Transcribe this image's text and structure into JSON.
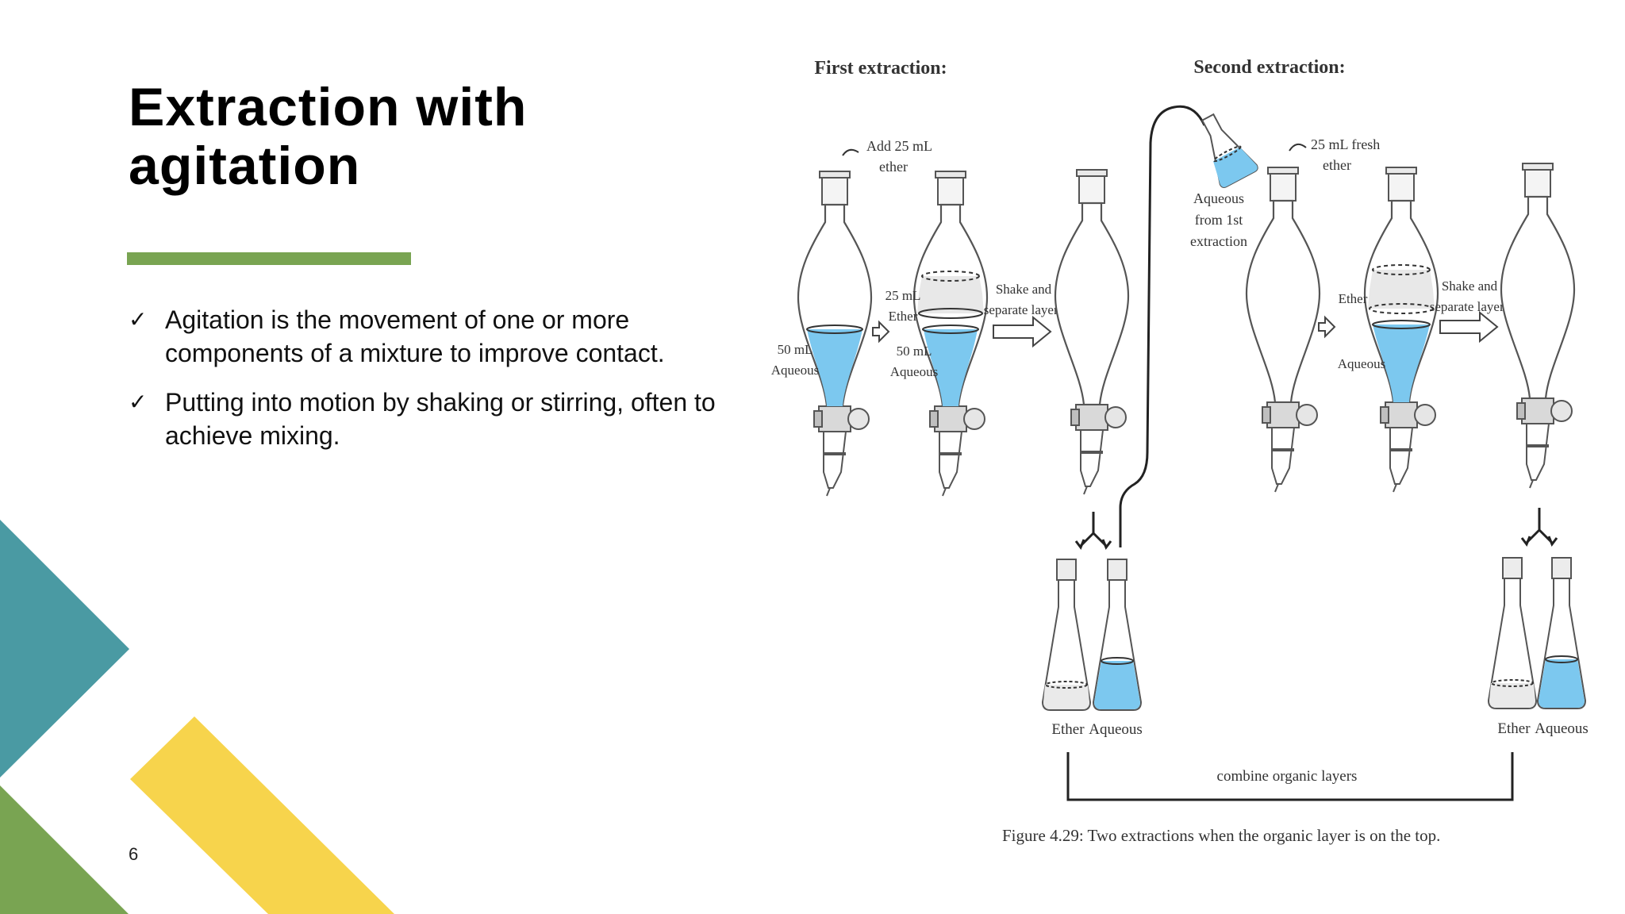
{
  "slide": {
    "title": "Extraction with agitation",
    "bullets": [
      "Agitation is the movement of one or more components of a mixture to improve contact.",
      "Putting into motion by shaking or stirring, often to achieve mixing."
    ],
    "check_glyph": "✓",
    "page_number": "6"
  },
  "colors": {
    "accent_green": "#79a452",
    "teal": "#4a9aa3",
    "yellow": "#f7d44c",
    "liquid_blue": "#7cc8ef"
  },
  "figure": {
    "first_extraction": "First extraction:",
    "second_extraction": "Second extraction:",
    "add_ether_line1": "Add 25 mL",
    "add_ether_line2": "ether",
    "label_50_line1": "50 mL",
    "label_50_line2": "Aqueous",
    "label_25_line1": "25 mL",
    "label_25_line2": "Ether",
    "label_50b_line1": "50 mL",
    "label_50b_line2": "Aqueous",
    "shake_line1": "Shake and",
    "shake_line2": "separate layers",
    "aqueous_from_line1": "Aqueous",
    "aqueous_from_line2": "from 1st",
    "aqueous_from_line3": "extraction",
    "fresh_line1": "25 mL fresh",
    "fresh_line2": "ether",
    "ether_label": "Ether",
    "aqueous_label": "Aqueous",
    "shake2_line1": "Shake and",
    "shake2_line2": "separate layers",
    "flask_ether_1": "Ether",
    "flask_aqueous_1": "Aqueous",
    "flask_ether_2": "Ether",
    "flask_aqueous_2": "Aqueous",
    "combine": "combine organic layers",
    "caption": "Figure 4.29: Two extractions when the organic layer is on the top."
  }
}
